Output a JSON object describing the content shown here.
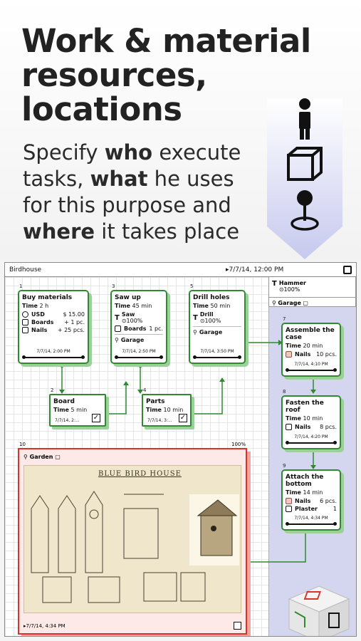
{
  "header": {
    "title": "Work & material resources, locations",
    "sub_p1": "Specify ",
    "sub_b1": "who",
    "sub_p2": " execute tasks, ",
    "sub_b2": "what",
    "sub_p3": " he uses for this purpose and ",
    "sub_b3": "where",
    "sub_p4": " it takes place"
  },
  "screen": {
    "project_name": "Birdhouse",
    "project_date": "7/7/14, 12:00 PM",
    "resources": {
      "hammer_name": "Hammer",
      "hammer_pct": "100%",
      "garage_name": "Garage"
    }
  },
  "tasks": {
    "t1": {
      "num": "1",
      "title": "Buy materials",
      "time_label": "Time",
      "time": "2 h",
      "rows": [
        {
          "label": "USD",
          "value": "$ 15.00"
        },
        {
          "label": "Boards",
          "value": "+ 1 pc."
        },
        {
          "label": "Nails",
          "value": "+ 25 pcs."
        }
      ],
      "date": "7/7/14, 2:00 PM"
    },
    "t2": {
      "num": "2",
      "title": "Board",
      "time_label": "Time",
      "time": "5 min",
      "date": "7/7/14, 2:..."
    },
    "t3": {
      "num": "3",
      "title": "Saw up",
      "time_label": "Time",
      "time": "45 min",
      "tool": "Saw",
      "tool_pct": "100%",
      "board_label": "Boards",
      "board_val": "1 pc.",
      "loc": "Garage",
      "date": "7/7/14, 2:50 PM"
    },
    "t4": {
      "num": "4",
      "title": "Parts",
      "time_label": "Time",
      "time": "10 min",
      "date": "7/7/14, 3:..."
    },
    "t5": {
      "num": "5",
      "title": "Drill holes",
      "time_label": "Time",
      "time": "50 min",
      "tool": "Drill",
      "tool_pct": "100%",
      "loc": "Garage",
      "date": "7/7/14, 3:50 PM"
    },
    "t7": {
      "num": "7",
      "title": "Assemble the case",
      "time_label": "Time",
      "time": "20 min",
      "mat": "Nails",
      "mat_val": "10 pcs.",
      "date": "7/7/14, 4:10 PM"
    },
    "t8": {
      "num": "8",
      "title": "Fasten the roof",
      "time_label": "Time",
      "time": "10 min",
      "mat": "Nails",
      "mat_val": "8 pcs.",
      "date": "7/7/14, 4:20 PM"
    },
    "t9": {
      "num": "9",
      "title": "Attach the bottom",
      "time_label": "Time",
      "time": "14 min",
      "mat": "Nails",
      "mat_val": "6 pcs.",
      "mat2": "Plaster",
      "mat2_val": "1",
      "date": "7/7/14, 4:34 PM"
    }
  },
  "garden": {
    "num": "10",
    "pct": "100%",
    "label": "Garden",
    "date": "7/7/14, 4:34 PM",
    "plan_title": "BLUE BIRD HOUSE"
  },
  "colors": {
    "task_border": "#2f8a2f",
    "location_border": "#d8322a",
    "lane": "#d3d6ee"
  }
}
